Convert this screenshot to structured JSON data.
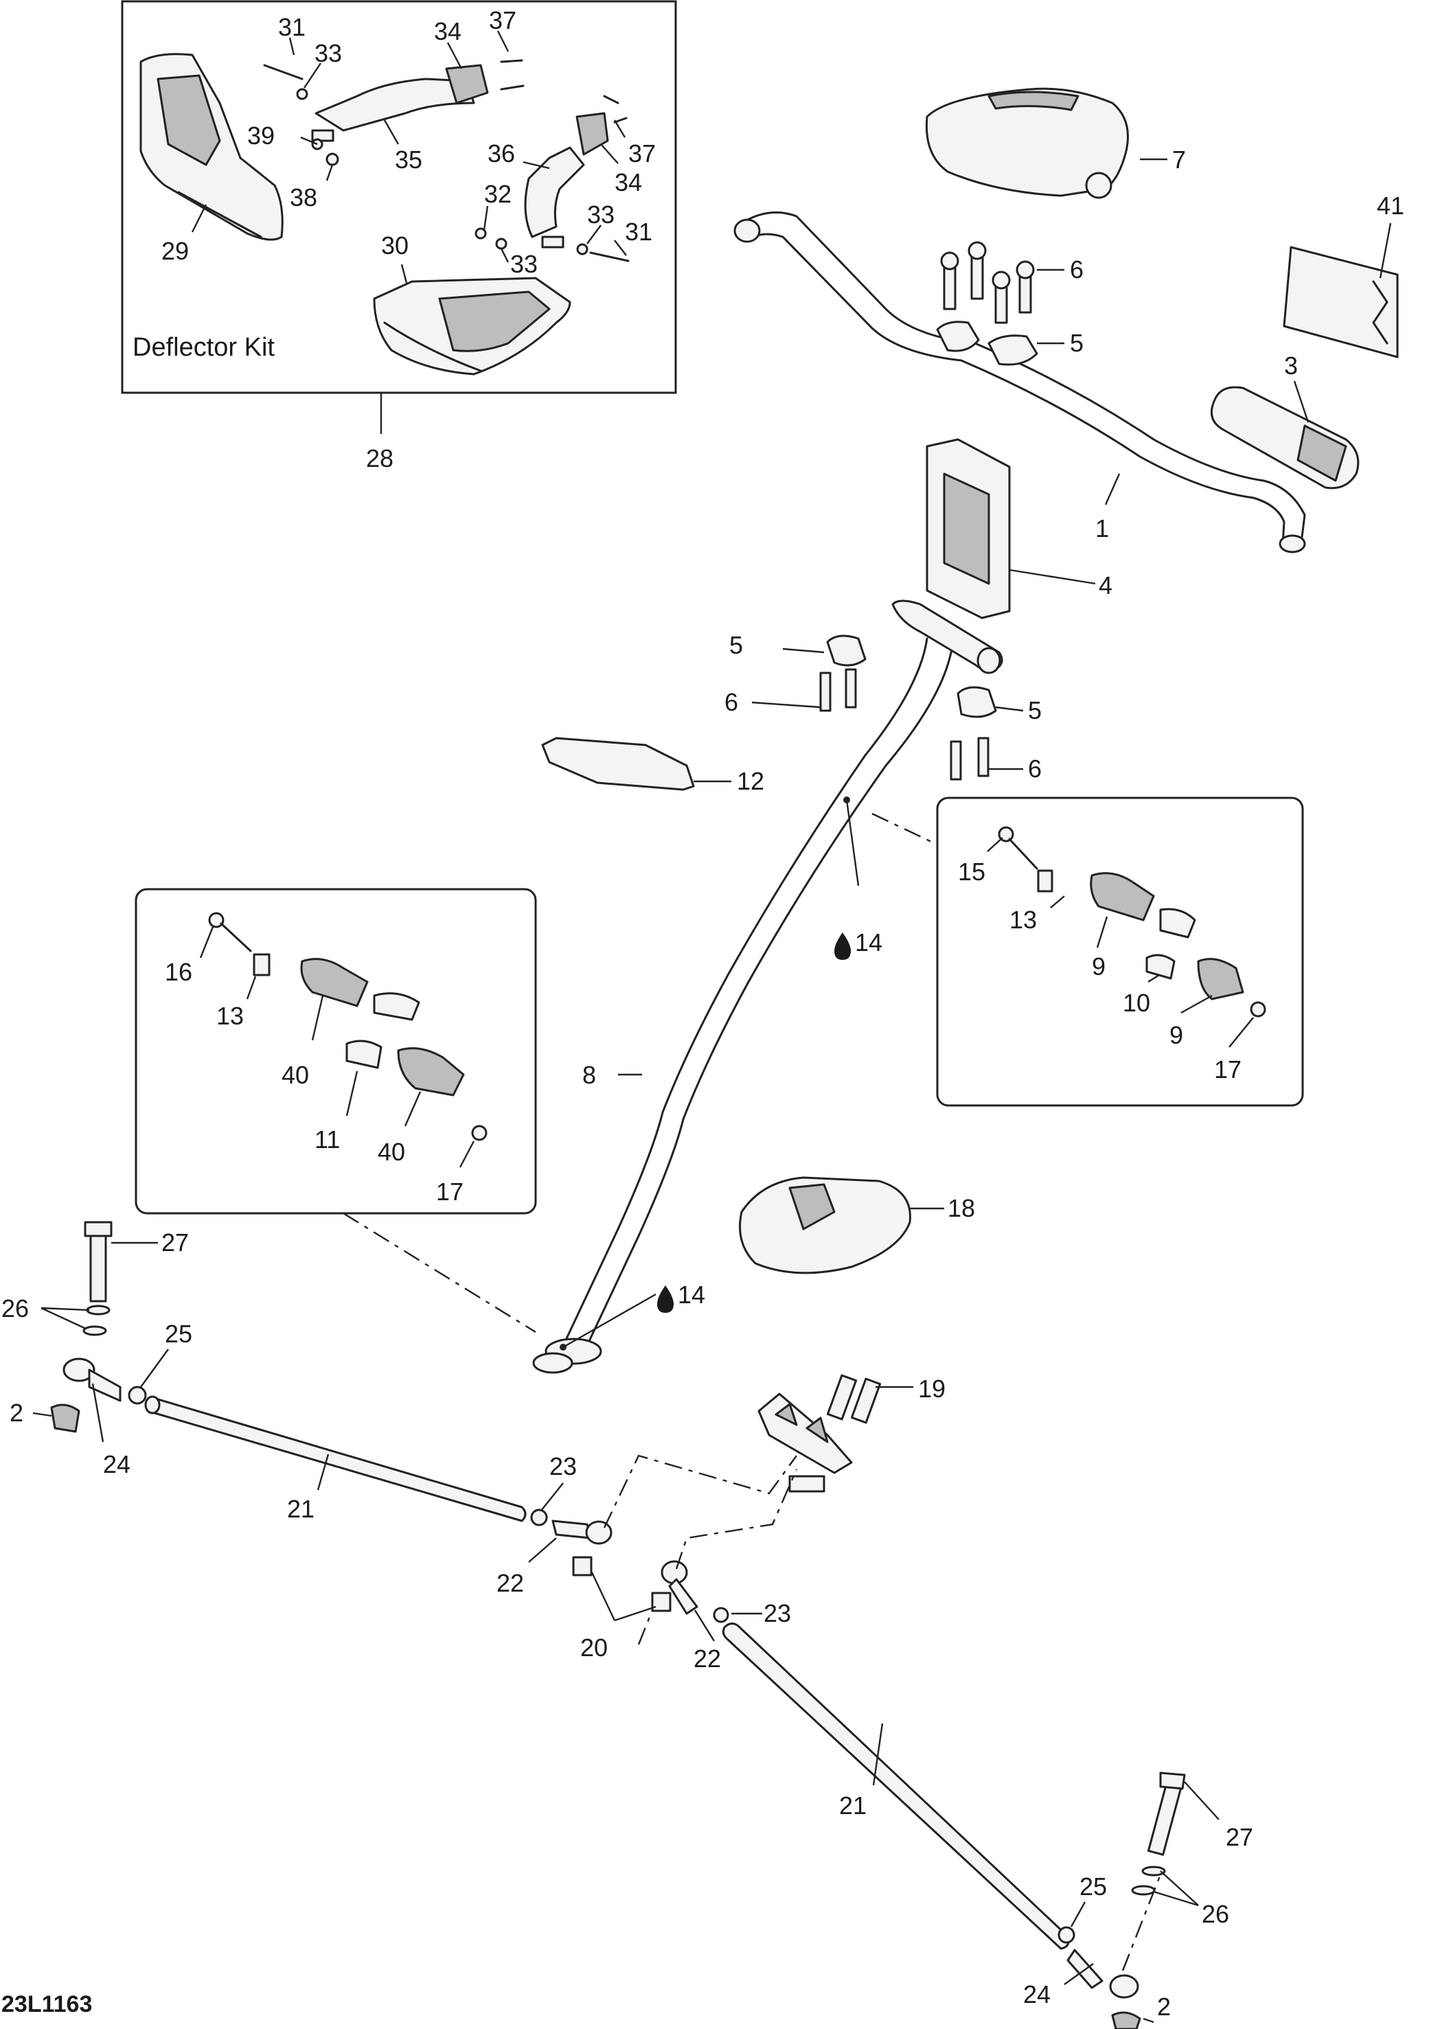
{
  "kit_title": "Deflector Kit",
  "drawing_code": "23L1163",
  "callouts": {
    "c1": "1",
    "c2a": "2",
    "c2b": "2",
    "c3": "3",
    "c4": "4",
    "c5a": "5",
    "c5b": "5",
    "c5c": "5",
    "c6a": "6",
    "c6b": "6",
    "c6c": "6",
    "c7": "7",
    "c8": "8",
    "c9a": "9",
    "c9b": "9",
    "c10": "10",
    "c11": "11",
    "c12": "12",
    "c13a": "13",
    "c13b": "13",
    "c14a": "14",
    "c14b": "14",
    "c15": "15",
    "c16": "16",
    "c17a": "17",
    "c17b": "17",
    "c18": "18",
    "c19": "19",
    "c20": "20",
    "c21a": "21",
    "c21b": "21",
    "c22a": "22",
    "c22b": "22",
    "c23a": "23",
    "c23b": "23",
    "c24a": "24",
    "c24b": "24",
    "c25a": "25",
    "c25b": "25",
    "c26a": "26",
    "c26b": "26",
    "c27a": "27",
    "c27b": "27",
    "c28": "28",
    "c29": "29",
    "c30": "30",
    "c31a": "31",
    "c31b": "31",
    "c32": "32",
    "c33a": "33",
    "c33b": "33",
    "c33c": "33",
    "c34a": "34",
    "c34b": "34",
    "c35": "35",
    "c36": "36",
    "c37a": "37",
    "c37b": "37",
    "c38": "38",
    "c39": "39",
    "c40a": "40",
    "c40b": "40",
    "c41": "41"
  },
  "icons": {
    "lubricant_drop": "oil-drop-icon"
  }
}
